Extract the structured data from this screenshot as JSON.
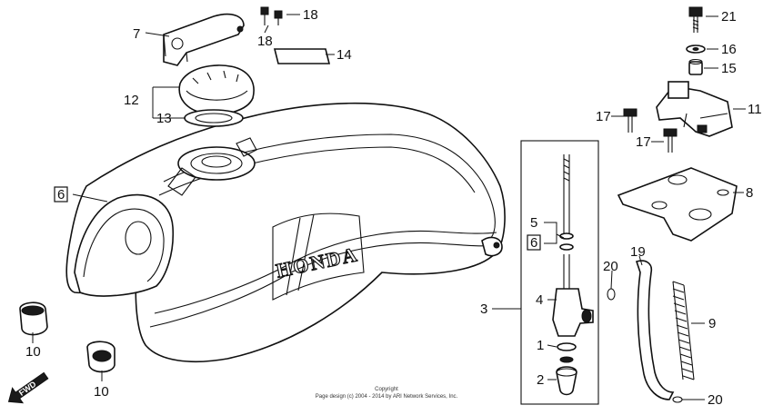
{
  "callouts": {
    "c1": "1",
    "c2": "2",
    "c3": "3",
    "c4": "4",
    "c5": "5",
    "c6a": "6",
    "c6b": "6",
    "c7": "7",
    "c8": "8",
    "c9": "9",
    "c10a": "10",
    "c10b": "10",
    "c11": "11",
    "c12": "12",
    "c13": "13",
    "c14": "14",
    "c15": "15",
    "c16": "16",
    "c17a": "17",
    "c17b": "17",
    "c18a": "18",
    "c18b": "18",
    "c19": "19",
    "c20a": "20",
    "c20b": "20",
    "c21": "21"
  },
  "brand_text": "HONDA",
  "fwd_label": "FWD",
  "copyright_line1": "Copyright",
  "copyright_line2": "Page design (c) 2004 - 2014 by ARI Network Services, Inc."
}
